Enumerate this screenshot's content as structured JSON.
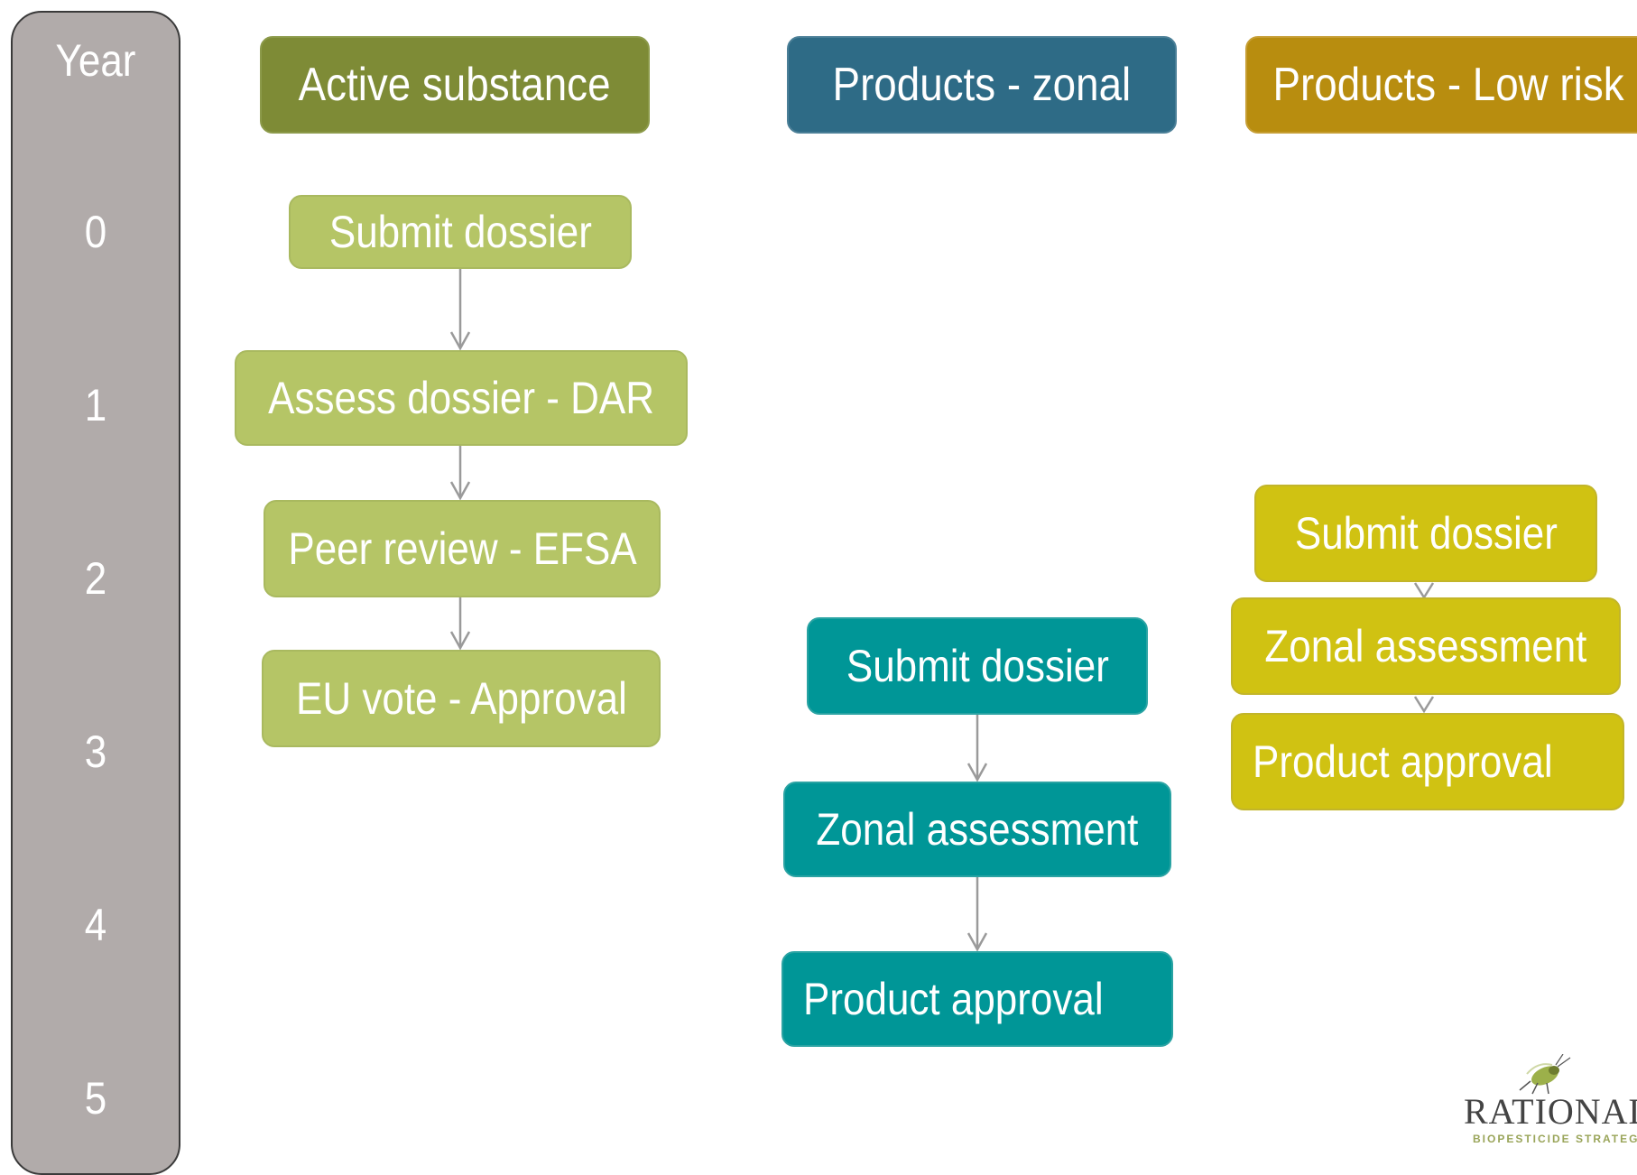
{
  "years": {
    "title": "Year",
    "marks": [
      "0",
      "1",
      "2",
      "3",
      "4",
      "5"
    ]
  },
  "columns": {
    "active": {
      "header": "Active substance",
      "steps": [
        "Submit dossier",
        "Assess dossier - DAR",
        "Peer review - EFSA",
        "EU vote - Approval"
      ]
    },
    "zonal": {
      "header": "Products - zonal",
      "steps": [
        "Submit dossier",
        "Zonal assessment",
        "Product approval"
      ]
    },
    "low_risk": {
      "header": "Products - Low risk",
      "steps": [
        "Submit dossier",
        "Zonal assessment",
        "Product approval"
      ]
    }
  },
  "logo": {
    "name": "RATIONALE",
    "tagline": "BIOPESTICIDE STRATEGISTS"
  },
  "colors": {
    "active_header": "#7e8b36",
    "active_step": "#b5c566",
    "zonal_header": "#2e6b86",
    "zonal_step": "#009697",
    "low_header": "#b88d0f",
    "low_step": "#d0c212",
    "timeline": "#b1abaa"
  }
}
